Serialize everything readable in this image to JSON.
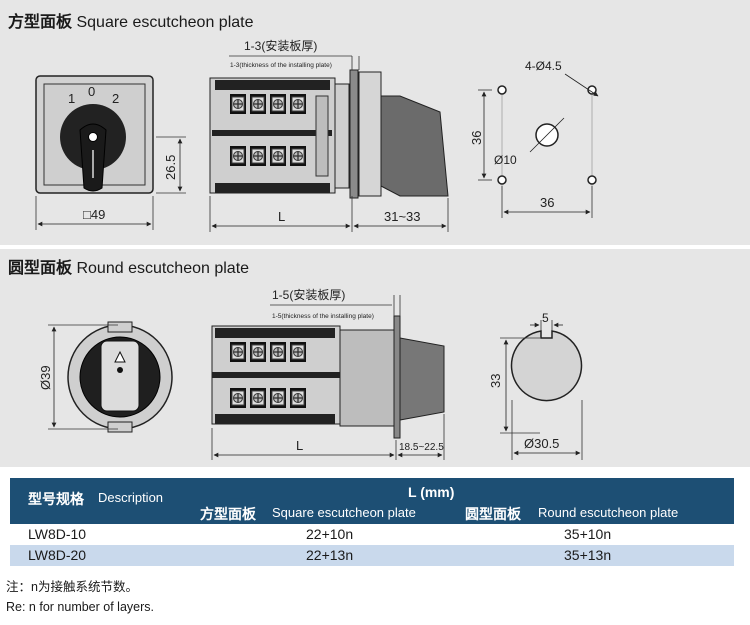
{
  "section1": {
    "title_cn": "方型面板",
    "title_en": "Square escutcheon plate",
    "front": {
      "labels": [
        "1",
        "0",
        "2"
      ],
      "width": "□49",
      "height": "26.5"
    },
    "side": {
      "thickness_cn": "1-3(安装板厚)",
      "thickness_en": "1-3(thickness of the installing plate)",
      "length": "L",
      "knob_depth": "31~33"
    },
    "cutout": {
      "holes": "4-Ø4.5",
      "center": "Ø10",
      "height": "36",
      "width": "36"
    }
  },
  "section2": {
    "title_cn": "圆型面板",
    "title_en": "Round escutcheon plate",
    "front": {
      "diameter": "Ø39"
    },
    "side": {
      "thickness_cn": "1-5(安装板厚)",
      "thickness_en": "1-5(thickness of the installing plate)",
      "length": "L",
      "knob_depth": "18.5~22.5"
    },
    "cutout": {
      "key": "5",
      "height": "33",
      "diameter": "Ø30.5"
    }
  },
  "table": {
    "header": {
      "description_cn": "型号规格",
      "description_en": "Description",
      "l_label": "L (mm)",
      "square_cn": "方型面板",
      "square_en": "Square escutcheon plate",
      "round_cn": "圆型面板",
      "round_en": "Round escutcheon plate"
    },
    "rows": [
      {
        "model": "LW8D-10",
        "square": "22+10n",
        "round": "35+10n"
      },
      {
        "model": "LW8D-20",
        "square": "22+13n",
        "round": "35+13n"
      }
    ]
  },
  "notes": {
    "cn": "注：n为接触系统节数。",
    "en": "Re: n for number of layers."
  }
}
